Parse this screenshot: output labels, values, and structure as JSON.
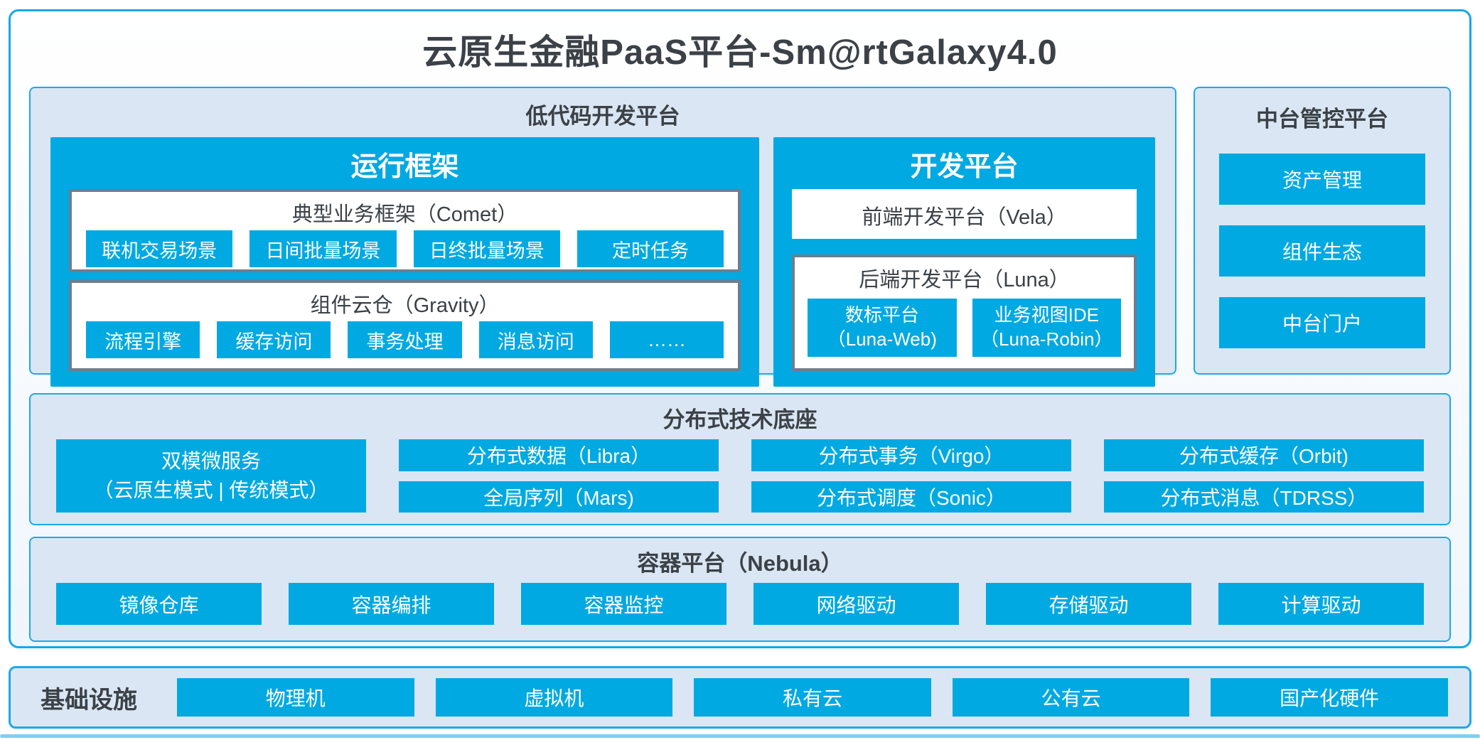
{
  "colors": {
    "accent_blue": "#00A9E2",
    "border_blue": "#16A8E9",
    "panel_bg": "#DAE6F3",
    "gray_box_border": "#6F7D8D",
    "dark_text": "#3B4147",
    "white_text": "#FFFFFF"
  },
  "header": {
    "title": "云原生金融PaaS平台-Sm@rtGalaxy4.0"
  },
  "low_code_platform": {
    "title": "低代码开发平台",
    "runtime_framework": {
      "title": "运行框架",
      "comet": {
        "title": "典型业务框架（Comet）",
        "items": [
          "联机交易场景",
          "日间批量场景",
          "日终批量场景",
          "定时任务"
        ]
      },
      "gravity": {
        "title": "组件云仓（Gravity）",
        "items": [
          "流程引擎",
          "缓存访问",
          "事务处理",
          "消息访问",
          "……"
        ]
      }
    },
    "dev_platform": {
      "title": "开发平台",
      "vela": {
        "title": "前端开发平台（Vela）"
      },
      "luna": {
        "title": "后端开发平台（Luna）",
        "items": [
          {
            "name": "数标平台",
            "sub": "（Luna-Web)"
          },
          {
            "name": "业务视图IDE",
            "sub": "（Luna-Robin）"
          }
        ]
      }
    }
  },
  "mid_platform": {
    "title": "中台管控平台",
    "items": [
      "资产管理",
      "组件生态",
      "中台门户"
    ]
  },
  "distributed_base": {
    "title": "分布式技术底座",
    "dual_mode": {
      "name": "双模微服务",
      "sub": "（云原生模式 | 传统模式）"
    },
    "items": [
      "分布式数据（Libra）",
      "分布式事务（Virgo）",
      "分布式缓存（Orbit)",
      "全局序列（Mars)",
      "分布式调度（Sonic）",
      "分布式消息（TDRSS）"
    ]
  },
  "container_platform": {
    "title": "容器平台（Nebula）",
    "items": [
      "镜像仓库",
      "容器编排",
      "容器监控",
      "网络驱动",
      "存储驱动",
      "计算驱动"
    ]
  },
  "infrastructure": {
    "title": "基础设施",
    "items": [
      "物理机",
      "虚拟机",
      "私有云",
      "公有云",
      "国产化硬件"
    ]
  }
}
